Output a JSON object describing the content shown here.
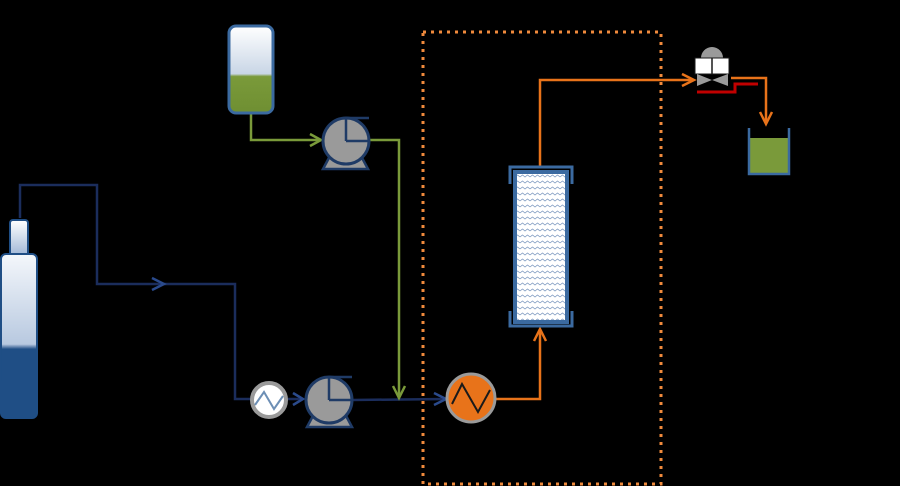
{
  "diagram": {
    "background": "#000000",
    "colors": {
      "co2_line": "#1b2d5c",
      "co2_arrow": "#2a4a8c",
      "feed_line": "#7a9a3a",
      "heated_line": "#e8731a",
      "oven_border": "#f08a3c",
      "liquid_green": "#7a9a3a",
      "cylinder_blue": "#1f4e85",
      "pump_gray": "#9a9a9a",
      "pump_dark": "#1f3b66",
      "heater_orange": "#e8731a",
      "column_frame": "#3b6aa0",
      "valve_red": "#c00000"
    },
    "components": [
      {
        "id": "co2-cylinder",
        "icon": "gas-cylinder-icon"
      },
      {
        "id": "feed-reservoir",
        "icon": "reservoir-icon"
      },
      {
        "id": "chiller",
        "icon": "heat-exchanger-icon"
      },
      {
        "id": "co2-pump",
        "icon": "pump-icon"
      },
      {
        "id": "feed-pump",
        "icon": "pump-icon"
      },
      {
        "id": "preheater",
        "icon": "heat-exchanger-icon"
      },
      {
        "id": "packed-column",
        "icon": "column-icon"
      },
      {
        "id": "back-pressure-valve",
        "icon": "valve-icon"
      },
      {
        "id": "collection-vessel",
        "icon": "beaker-icon"
      },
      {
        "id": "oven",
        "icon": "dotted-enclosure"
      }
    ]
  }
}
